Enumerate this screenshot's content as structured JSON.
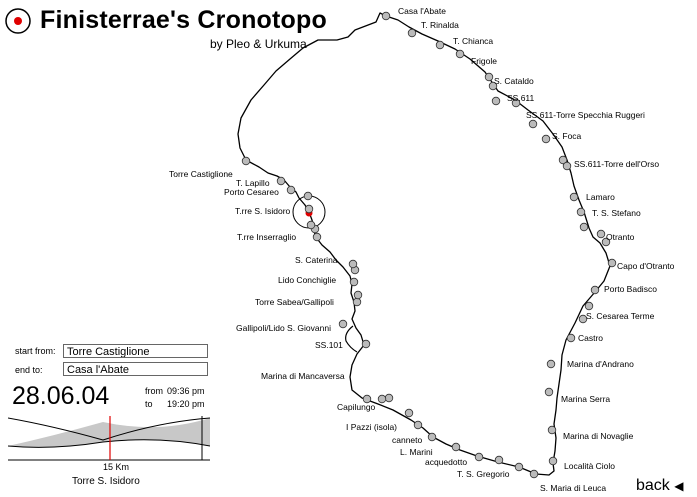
{
  "header": {
    "title": "Finisterrae's Cronotopo",
    "byline": "by Pleo & Urkuma"
  },
  "places": [
    {
      "label": "Casa l'Abate"
    },
    {
      "label": "T. Rinalda"
    },
    {
      "label": "T. Chianca"
    },
    {
      "label": "Frigole"
    },
    {
      "label": "S. Cataldo"
    },
    {
      "label": "SS.611"
    },
    {
      "label": "SS.611-Torre Specchia Ruggeri"
    },
    {
      "label": "S. Foca"
    },
    {
      "label": "SS.611-Torre dell'Orso"
    },
    {
      "label": "Lamaro"
    },
    {
      "label": "T. S. Stefano"
    },
    {
      "label": "Otranto"
    },
    {
      "label": "Capo d'Otranto"
    },
    {
      "label": "Porto Badisco"
    },
    {
      "label": "S. Cesarea Terme"
    },
    {
      "label": "Castro"
    },
    {
      "label": "Marina d'Andrano"
    },
    {
      "label": "Marina Serra"
    },
    {
      "label": "Marina di Novaglie"
    },
    {
      "label": "Località Ciolo"
    },
    {
      "label": "S. Maria di Leuca"
    },
    {
      "label": "T. S. Gregorio"
    },
    {
      "label": "acquedotto"
    },
    {
      "label": "L. Marini"
    },
    {
      "label": "canneto"
    },
    {
      "label": "I Pazzi (isola)"
    },
    {
      "label": "Capilungo"
    },
    {
      "label": "Marina di Mancaversa"
    },
    {
      "label": "SS.101"
    },
    {
      "label": "Gallipoli/Lido S. Giovanni"
    },
    {
      "label": "Torre Sabea/Gallipoli"
    },
    {
      "label": "Lido Conchiglie"
    },
    {
      "label": "S. Caterina"
    },
    {
      "label": "T.rre Inserraglio"
    },
    {
      "label": "T.rre S. Isidoro"
    },
    {
      "label": "Porto Cesareo"
    },
    {
      "label": "T. Lapillo"
    },
    {
      "label": "Torre Castiglione"
    }
  ],
  "controls": {
    "start_label": "start from:",
    "start_value": "Torre Castiglione",
    "end_label": "end to:",
    "end_value": "Casa l'Abate",
    "date": "28.06.04",
    "from_label": "from",
    "from_time": "09:36 pm",
    "to_label": "to",
    "to_time": "19:20 pm",
    "distance": "15  Km",
    "current_place": "Torre S. Isidoro"
  },
  "navigation": {
    "back_label": "back",
    "back_icon": "triangle-left-icon"
  },
  "colors": {
    "accent_red": "#e00000",
    "marker_gray": "#bbbbbb",
    "profile_fill": "#c8c8c8"
  }
}
